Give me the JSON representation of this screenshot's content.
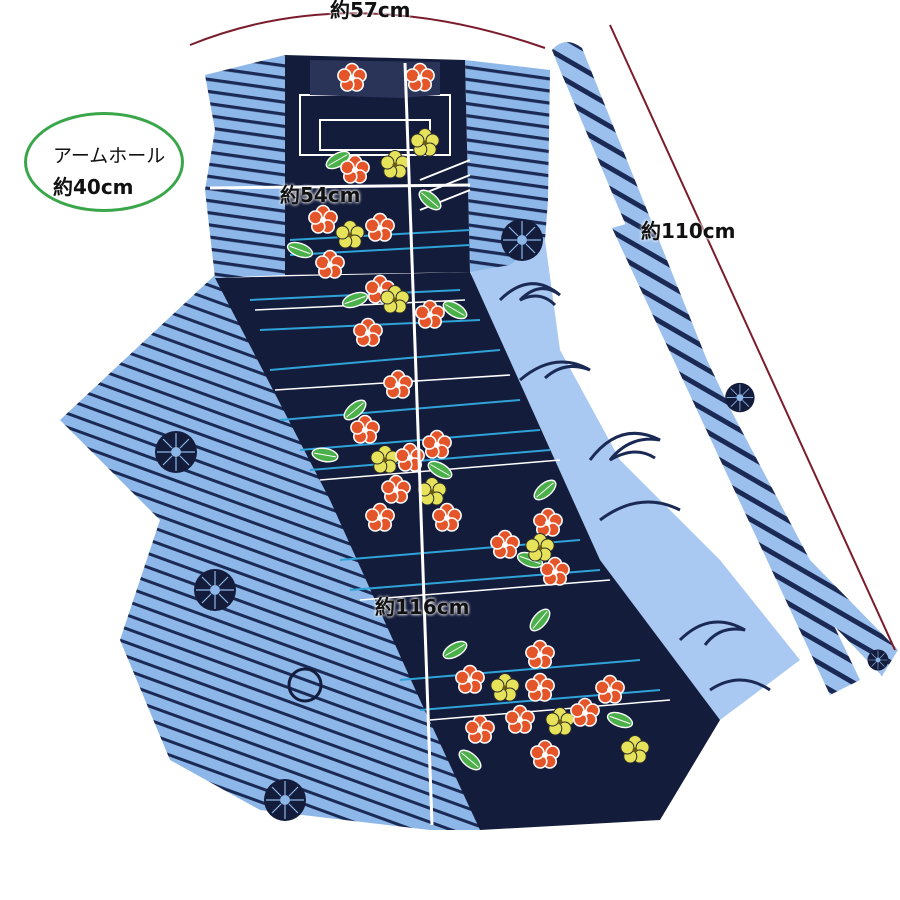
{
  "photo": {
    "subject": "patchwork-kimono-vest-with-belt",
    "colors": {
      "light_blue": "#8db7e8",
      "pale_blue": "#a9c9f2",
      "navy": "#141c3c",
      "stripe": "#1a2a55",
      "flower_orange": "#e4562a",
      "flower_yellow": "#e6e35a",
      "leaf_green": "#4bb04a",
      "measure_line": "#7a1c2c",
      "circle_green": "#3aa64a"
    }
  },
  "labels": {
    "shoulder_width": "約57cm",
    "chest_width": "約54cm",
    "length": "約116cm",
    "belt_length": "約110cm",
    "armhole_title": "アームホール",
    "armhole_value": "約40cm"
  }
}
